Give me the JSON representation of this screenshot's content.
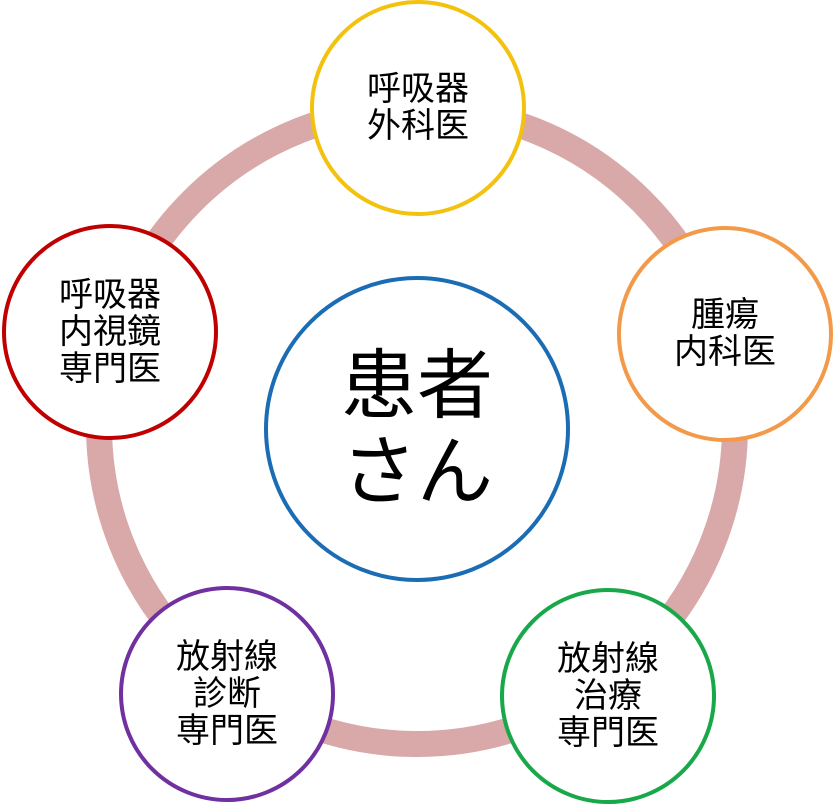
{
  "diagram": {
    "ring_color": "#d9a8a8",
    "center": {
      "lines": [
        "患者",
        "さん"
      ],
      "border_color": "#1a6cb5"
    },
    "nodes": [
      {
        "id": "thoracic-surgeon",
        "lines": [
          "呼吸器",
          "外科医"
        ],
        "border_color": "#f2c20e"
      },
      {
        "id": "medical-oncologist",
        "lines": [
          "腫瘍",
          "内科医"
        ],
        "border_color": "#f29a4a"
      },
      {
        "id": "radiation-oncologist",
        "lines": [
          "放射線",
          "治療",
          "専門医"
        ],
        "border_color": "#18a84a"
      },
      {
        "id": "diagnostic-radiologist",
        "lines": [
          "放射線",
          "診断",
          "専門医"
        ],
        "border_color": "#7030a0"
      },
      {
        "id": "bronchoscopist",
        "lines": [
          "呼吸器",
          "内視鏡",
          "専門医"
        ],
        "border_color": "#c00000"
      }
    ]
  }
}
